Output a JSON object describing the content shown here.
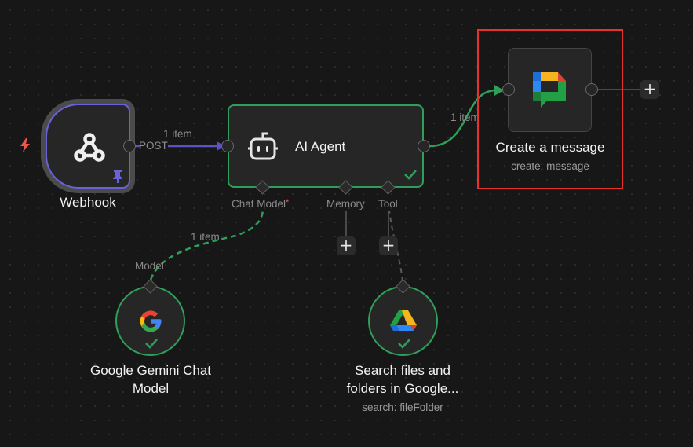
{
  "canvas": {
    "colors": {
      "background": "#171717",
      "node_fill": "#262626",
      "success": "#2f9e5a",
      "pinned": "#6a62d9",
      "selection": "#e8312a",
      "trigger": "#e8574a"
    }
  },
  "nodes": {
    "webhook": {
      "label": "Webhook",
      "icon": "webhook-icon",
      "pinned_icon": "pin-icon",
      "trigger_icon": "lightning-bolt-icon",
      "output_label": "POST"
    },
    "ai_agent": {
      "label": "AI Agent",
      "icon": "robot-icon",
      "status": "success",
      "ports": {
        "chat_model": "Chat Model",
        "chat_model_required": "*",
        "memory": "Memory",
        "tool": "Tool"
      }
    },
    "create_message": {
      "label": "Create a message",
      "subtitle": "create: message",
      "icon": "google-chat-icon",
      "selected": true
    },
    "gemini": {
      "label_line1": "Google Gemini Chat",
      "label_line2": "Model",
      "port_label": "Model",
      "icon": "google-icon",
      "status": "success"
    },
    "drive": {
      "label_line1": "Search files and",
      "label_line2": "folders in Google...",
      "subtitle": "search: fileFolder",
      "icon": "google-drive-icon",
      "status": "success"
    }
  },
  "edges": {
    "webhook_to_agent": "1 item",
    "agent_to_message": "1 item",
    "gemini_to_agent": "1 item"
  },
  "buttons": {
    "add": "+"
  }
}
